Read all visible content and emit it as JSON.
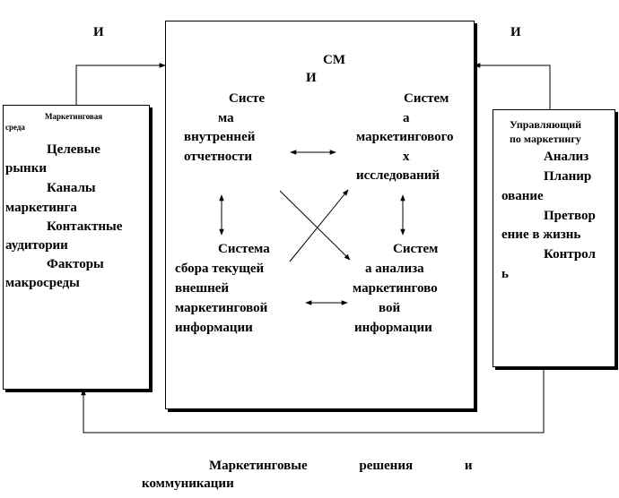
{
  "corner_left": "И",
  "corner_right": "И",
  "center": {
    "title_line1": "СМ",
    "title_line2": "И",
    "internal_reports": [
      "Систе",
      "ма",
      "внутренней",
      "отчетности"
    ],
    "research": [
      "Систем",
      "а",
      "маркетингового",
      "х",
      "исследований"
    ],
    "collection": [
      "Система",
      "сбора текущей",
      "внешней",
      "маркетинговой",
      "информации"
    ],
    "analysis": [
      "Систем",
      "а анализа",
      "маркетингово",
      "вой",
      "информации"
    ]
  },
  "left_box": {
    "title": [
      "Маркетинговая",
      "среда"
    ],
    "items": [
      [
        "Целевые",
        "рынки"
      ],
      [
        "Каналы",
        "маркетинга"
      ],
      [
        "Контактные",
        "аудитории"
      ],
      [
        "Факторы",
        "макросреды"
      ]
    ]
  },
  "right_box": {
    "title": [
      "Управляющий",
      "по маркетингу"
    ],
    "items": [
      [
        "Анализ"
      ],
      [
        "Планир",
        "ование"
      ],
      [
        "Претвор",
        "ение в жизнь"
      ],
      [
        "Контрол",
        "ь"
      ]
    ]
  },
  "bottom_caption": [
    "Маркетинговые решения и",
    "коммуникации"
  ]
}
